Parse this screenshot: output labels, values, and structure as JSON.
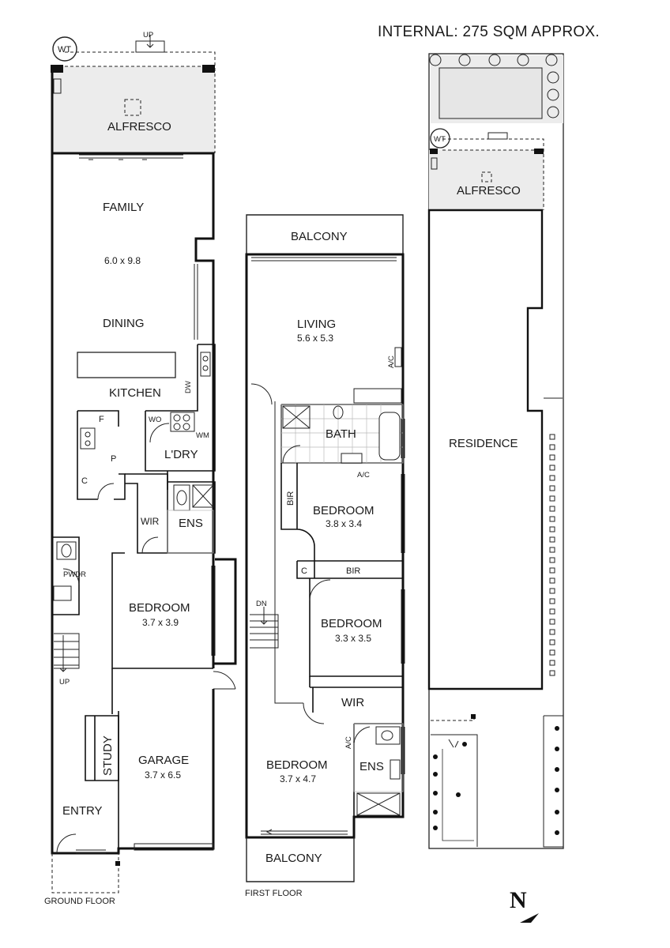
{
  "header": {
    "area": "INTERNAL:   275 SQM   APPROX."
  },
  "ground_floor": {
    "caption": "GROUND FLOOR",
    "wt": "WT",
    "up_top": "UP",
    "alfresco": "ALFRESCO",
    "family": "FAMILY",
    "family_dim": "6.0 x 9.8",
    "dining": "DINING",
    "kitchen": "KITCHEN",
    "dw": "DW",
    "fridge": "F",
    "wo": "WO",
    "wm": "WM",
    "laundry": "L'DRY",
    "pantry": "P",
    "cupboard": "C",
    "wir": "WIR",
    "ens": "ENS",
    "pwdr": "PWDR",
    "bedroom": "BEDROOM",
    "bedroom_dim": "3.7 x 3.9",
    "up_stair": "UP",
    "study": "STUDY",
    "garage": "GARAGE",
    "garage_dim": "3.7 x 6.5",
    "entry": "ENTRY"
  },
  "first_floor": {
    "caption": "FIRST FLOOR",
    "balcony_top": "BALCONY",
    "living": "LIVING",
    "living_dim": "5.6 x 5.3",
    "ac_living": "A/C",
    "bath": "BATH",
    "ac_bath": "A/C",
    "bir1": "BIR",
    "bedroom1": "BEDROOM",
    "bedroom1_dim": "3.8 x 3.4",
    "cupboard": "C",
    "bir2": "BIR",
    "dn": "DN",
    "bedroom2": "BEDROOM",
    "bedroom2_dim": "3.3 x 3.5",
    "wir": "WIR",
    "ac_bed3": "A/C",
    "bedroom3": "BEDROOM",
    "bedroom3_dim": "3.7 x 4.7",
    "ens": "ENS",
    "balcony_bottom": "BALCONY"
  },
  "site": {
    "wt": "WT",
    "alfresco": "ALFRESCO",
    "residence": "RESIDENCE"
  },
  "compass": {
    "north": "N"
  }
}
